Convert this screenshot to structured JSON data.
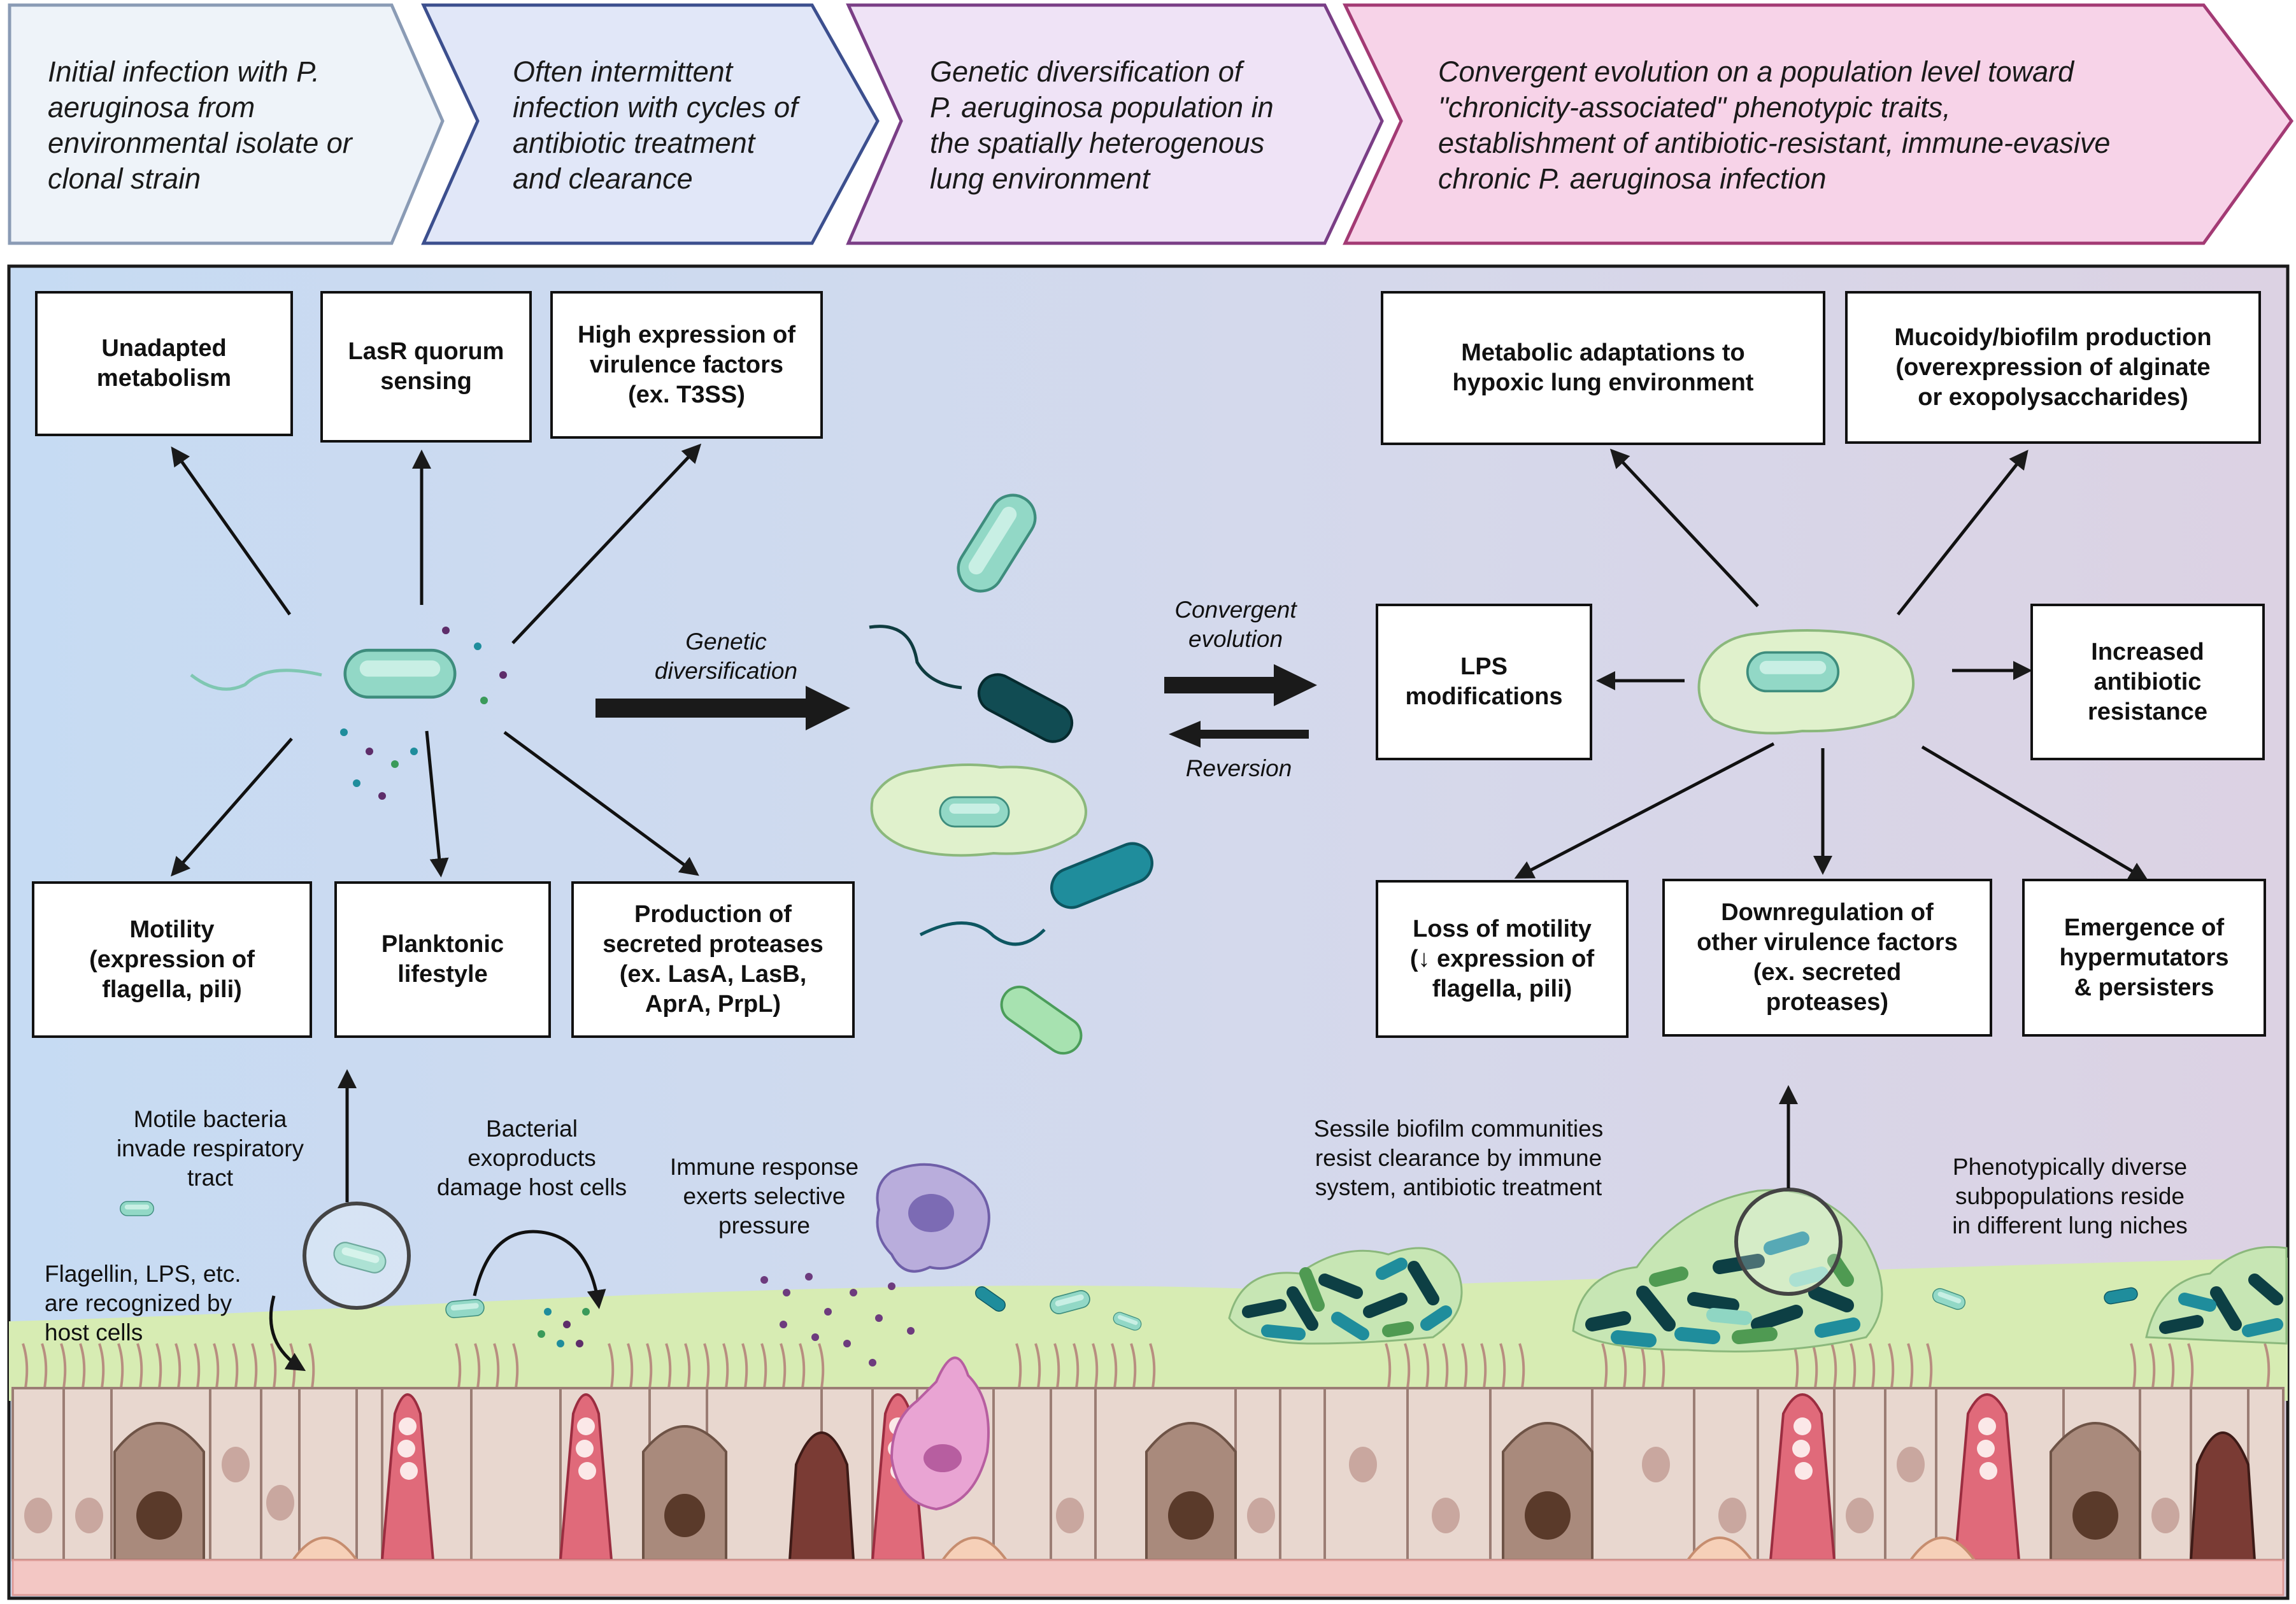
{
  "stages": [
    "Initial infection with P. aeruginosa from environmental isolate or clonal strain",
    "Often intermittent infection with cycles of antibiotic treatment and clearance",
    "Genetic diversification of P. aeruginosa population in the spatially heterogenous lung environment",
    "Convergent evolution on a population level toward \"chronicity-associated\" phenotypic traits, establishment of antibiotic-resistant, immune-evasive chronic P. aeruginosa infection"
  ],
  "stage_display": [
    "Initial infection with P.\naeruginosa from\nenvironmental isolate or\nclonal strain",
    "Often intermittent\ninfection with cycles of\nantibiotic treatment\nand clearance",
    "Genetic diversification of\nP. aeruginosa population in\nthe spatially heterogenous\nlung environment",
    "Convergent evolution on a population level toward\n\"chronicity-associated\" phenotypic traits,\nestablishment of antibiotic-resistant, immune-evasive\nchronic P. aeruginosa infection"
  ],
  "acute_traits": {
    "unadapted": "Unadapted\nmetabolism",
    "lasr": "LasR quorum\nsensing",
    "virulence": "High expression of\nvirulence factors\n(ex. T3SS)",
    "motility": "Motility\n(expression of\nflagella, pili)",
    "planktonic": "Planktonic\nlifestyle",
    "proteases": "Production of\nsecreted proteases\n(ex. LasA, LasB,\nAprA, PrpL)"
  },
  "chronic_traits": {
    "metabolic": "Metabolic adaptations to\nhypoxic lung environment",
    "mucoid": "Mucoidy/biofilm production\n(overexpression of alginate\nor exopolysaccharides)",
    "lps": "LPS\nmodifications",
    "antibiotic": "Increased\nantibiotic\nresistance",
    "loss_motility": "Loss of motility\n(↓ expression of\nflagella, pili)",
    "downregulation": "Downregulation of\nother virulence factors\n(ex. secreted\nproteases)",
    "hypermutators": "Emergence of\nhypermutators\n& persisters"
  },
  "process_labels": {
    "genetic_diversification": "Genetic\ndiversification",
    "convergent_evolution": "Convergent\nevolution",
    "reversion": "Reversion"
  },
  "host_labels": {
    "motile": "Motile bacteria\ninvade respiratory\ntract",
    "flagellin": "Flagellin, LPS, etc.\nare recognized by\nhost cells",
    "exoproducts": "Bacterial\nexoproducts\ndamage host cells",
    "immune": "Immune response\nexerts selective\npressure",
    "sessile": "Sessile biofilm communities\nresist clearance by immune\nsystem, antibiotic treatment",
    "diverse": "Phenotypically diverse\nsubpopulations reside\nin different lung niches"
  },
  "colors": {
    "stage1": "#eef3f9",
    "stage2": "#e0e6f7",
    "stage3": "#efe3f5",
    "stage4": "#f6d2e8",
    "panel_left": "#c9dcf2",
    "panel_right": "#d9d3e3",
    "mucus": "#d6ecb0",
    "bacterium_light": "#8fd6c3",
    "bacterium_dark": "#0f4f55",
    "bacterium_teal": "#1f8c9c"
  }
}
